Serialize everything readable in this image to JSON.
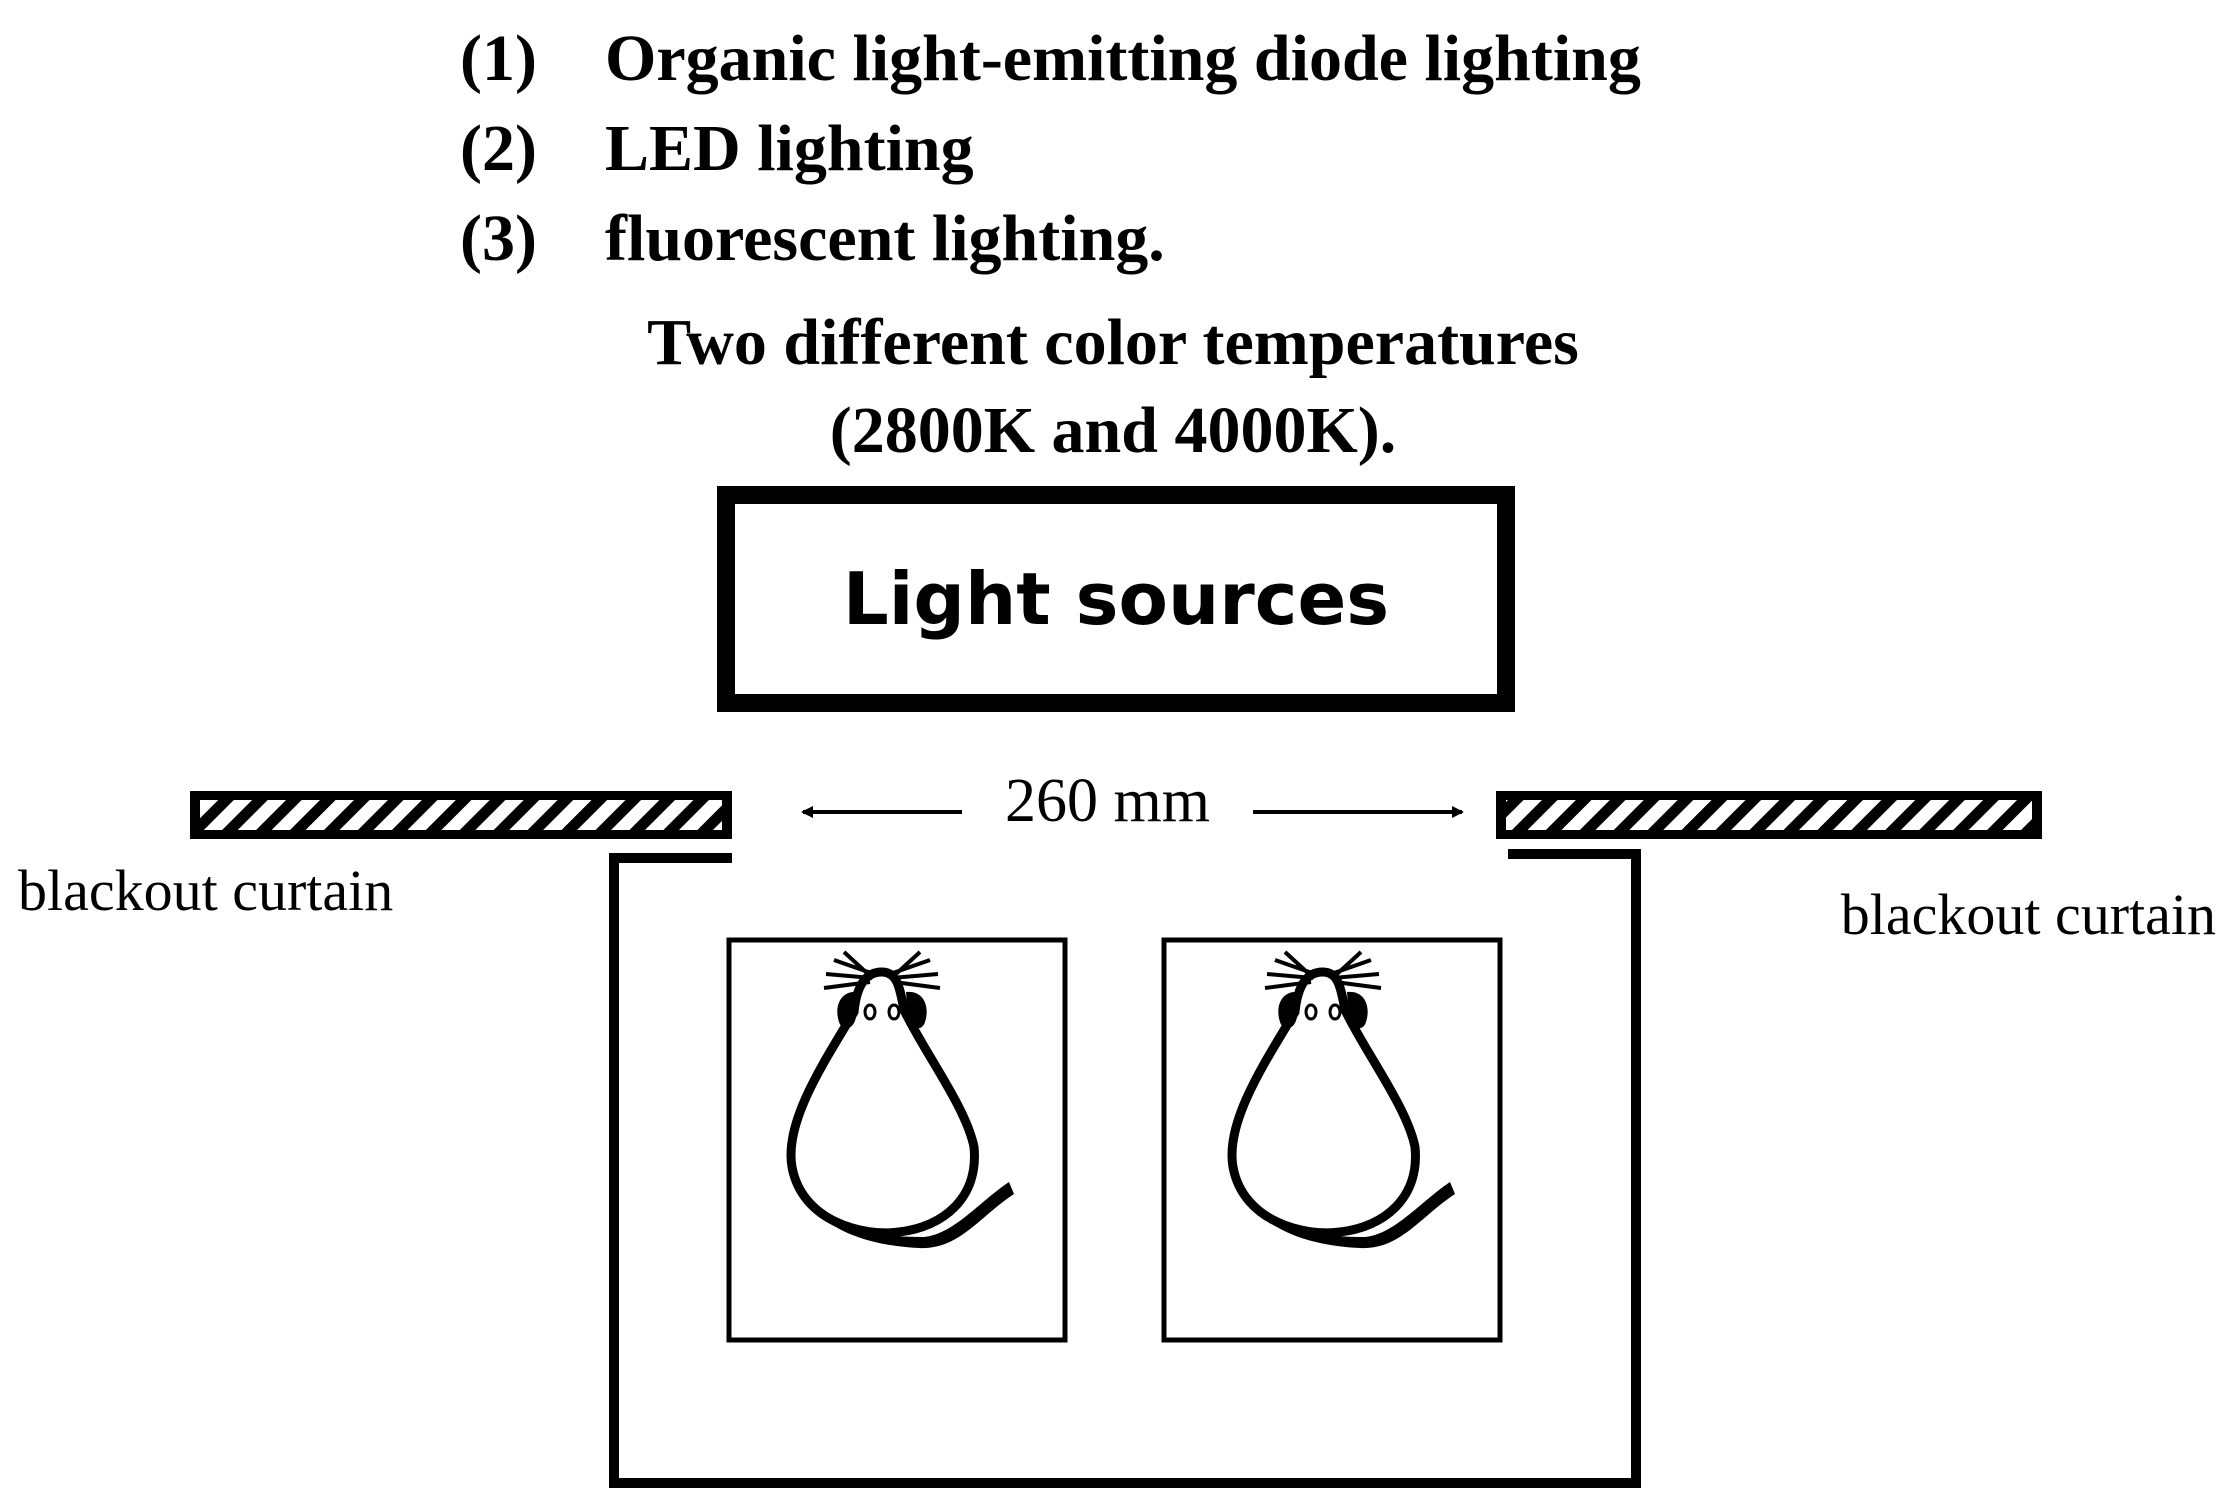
{
  "lighting_types": [
    {
      "number": "(1)",
      "label": "Organic light-emitting diode lighting"
    },
    {
      "number": "(2)",
      "label": "LED lighting"
    },
    {
      "number": "(3)",
      "label": "fluorescent lighting."
    }
  ],
  "color_temp": {
    "line1": "Two different color temperatures",
    "line2": "(2800K and 4000K)."
  },
  "light_source_box": {
    "label": "Light sources"
  },
  "distance": {
    "label": "260 mm"
  },
  "curtain_left": {
    "label": "blackout curtain"
  },
  "curtain_right": {
    "label": "blackout curtain"
  },
  "colors": {
    "stroke": "#000000",
    "background": "#ffffff"
  }
}
